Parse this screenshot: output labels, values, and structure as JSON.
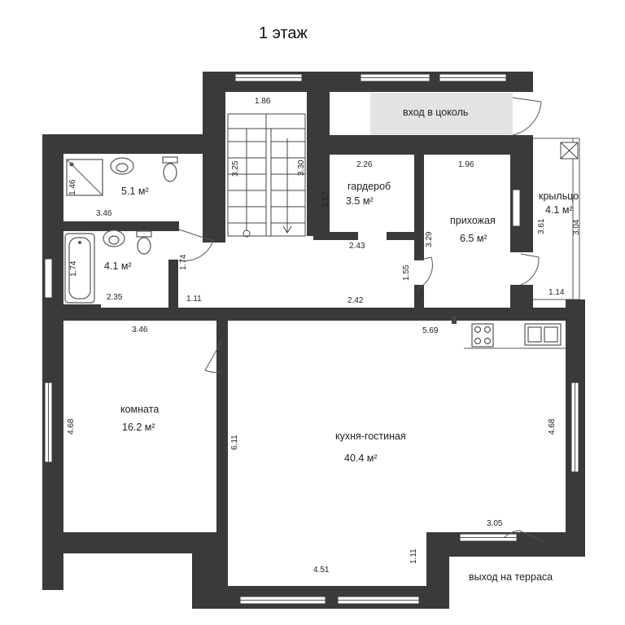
{
  "floor_title": "1 этаж",
  "rooms": {
    "bathroom_top": {
      "area": "5.1 м²"
    },
    "bathroom_bottom": {
      "area": "4.1 м²"
    },
    "wardrobe": {
      "name": "гардероб",
      "area": "3.5 м²"
    },
    "hallway": {
      "name": "прихожая",
      "area": "6.5 м²"
    },
    "porch": {
      "name": "крыльцо",
      "area": "4.1 м²"
    },
    "bedroom": {
      "name": "комната",
      "area": "16.2 м²"
    },
    "kitchen_living": {
      "name": "кухня-гостиная",
      "area": "40.4 м²"
    }
  },
  "labels": {
    "basement_entrance": "вход в цоколь",
    "terrace_exit": "выход на терраса"
  },
  "dimensions": {
    "stair_width": "1.86",
    "stair_left": "3.25",
    "stair_right": "3.30",
    "wardrobe_top": "2.26",
    "wardrobe_left": "1.57",
    "wardrobe_bottom": "2.43",
    "hall_top": "1.96",
    "hall_left": "3.29",
    "porch_left": "3.61",
    "porch_right": "3.04",
    "porch_bottom": "1.14",
    "bath_top_left": "1.46",
    "bath_top_bottom": "3.46",
    "bath_bottom_left": "1.74",
    "bath_bottom_right": "1.74",
    "bath_bottom_width": "2.35",
    "corridor_left": "1.11",
    "corridor_mid": "2.42",
    "corridor_vertical": "1.55",
    "bedroom_top": "3.46",
    "bedroom_left": "4.68",
    "kitchen_top": "5.69",
    "kitchen_left": "6.11",
    "kitchen_right": "4.68",
    "kitchen_bottom": "4.51",
    "kitchen_step": "1.11",
    "terrace_width": "3.05"
  }
}
